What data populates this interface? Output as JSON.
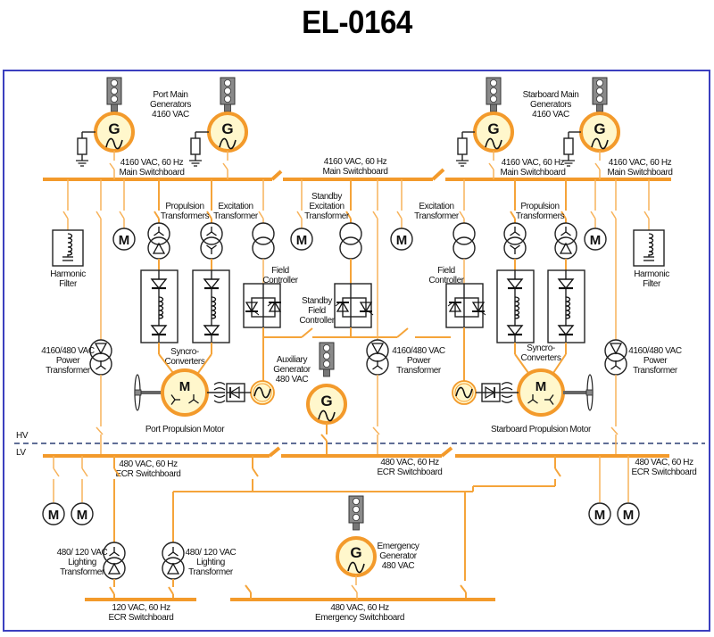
{
  "title": "EL-0164",
  "colors": {
    "bus": "#f39a2b",
    "generator_fill": "#fff7cc",
    "frame": "#3b3fbf",
    "hv_lv_divider": "#2b3f73",
    "control_panel": "#888888"
  },
  "zones": {
    "hv": "HV",
    "lv": "LV"
  },
  "generators": {
    "port_main": {
      "label": [
        "Port Main",
        "Generators",
        "4160 VAC"
      ],
      "symbol": "G"
    },
    "starboard_main": {
      "label": [
        "Starboard Main",
        "Generators",
        "4160 VAC"
      ],
      "symbol": "G"
    },
    "auxiliary": {
      "label": [
        "Auxiliary",
        "Generator",
        "480 VAC"
      ],
      "symbol": "G"
    },
    "emergency": {
      "label": [
        "Emergency",
        "Generator",
        "480 VAC"
      ],
      "symbol": "G"
    }
  },
  "switchboards": {
    "main_port": [
      "4160 VAC, 60 Hz",
      "Main Switchboard"
    ],
    "main_center": [
      "4160 VAC, 60 Hz",
      "Main Switchboard"
    ],
    "main_stbd_a": [
      "4160 VAC, 60 Hz",
      "Main Switchboard"
    ],
    "main_stbd_b": [
      "4160 VAC, 60 Hz",
      "Main Switchboard"
    ],
    "ecr_port": [
      "480 VAC, 60 Hz",
      "ECR Switchboard"
    ],
    "ecr_center": [
      "480 VAC, 60 Hz",
      "ECR Switchboard"
    ],
    "ecr_stbd": [
      "480 VAC, 60 Hz",
      "ECR Switchboard"
    ],
    "ecr_120": [
      "120 VAC, 60 Hz",
      "ECR Switchboard"
    ],
    "emergency": [
      "480 VAC, 60 Hz",
      "Emergency Switchboard"
    ]
  },
  "components": {
    "harmonic_filter": [
      "Harmonic",
      "Filter"
    ],
    "propulsion_transformers": [
      "Propulsion",
      "Transformers"
    ],
    "excitation_transformer": [
      "Excitation",
      "Transformer"
    ],
    "standby_excitation_transformer": [
      "Standby",
      "Excitation",
      "Transformer"
    ],
    "field_controller": [
      "Field",
      "Controller"
    ],
    "standby_field_controller": [
      "Standby",
      "Field",
      "Controller"
    ],
    "syncro_converters": [
      "Syncro-",
      "Converters"
    ],
    "power_transformer": [
      "4160/480 VAC",
      "Power",
      "Transformer"
    ],
    "lighting_transformer": [
      "480/ 120 VAC",
      "Lighting",
      "Transformer"
    ],
    "port_motor": "Port Propulsion Motor",
    "starboard_motor": "Starboard Propulsion Motor",
    "motor_symbol": "M"
  }
}
